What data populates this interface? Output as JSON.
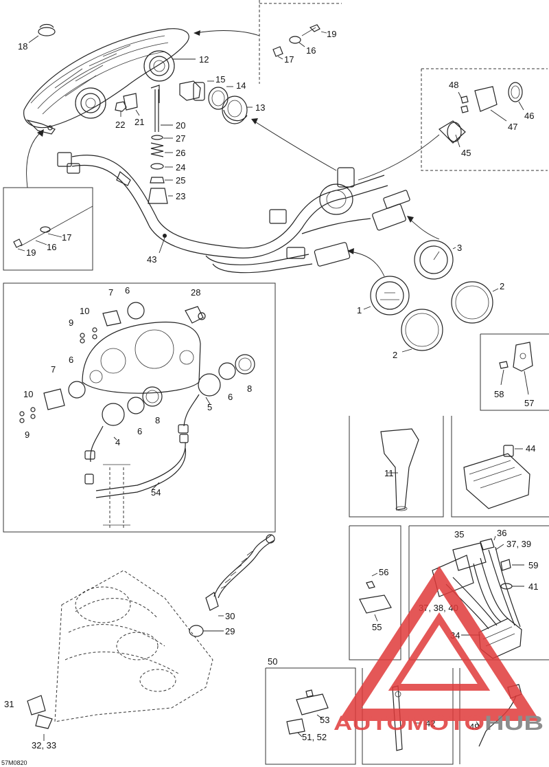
{
  "diagram": {
    "code": "57M0820",
    "part_labels": {
      "p1": "1",
      "p2a": "2",
      "p2b": "2",
      "p3": "3",
      "p4": "4",
      "p5": "5",
      "p6a": "6",
      "p6b": "6",
      "p6c": "6",
      "p6d": "6",
      "p7a": "7",
      "p7b": "7",
      "p8a": "8",
      "p8b": "8",
      "p9a": "9",
      "p9b": "9",
      "p10a": "10",
      "p10b": "10",
      "p11": "11",
      "p12": "12",
      "p13": "13",
      "p14": "14",
      "p15": "15",
      "p16a": "16",
      "p16b": "16",
      "p17a": "17",
      "p17b": "17",
      "p18": "18",
      "p19a": "19",
      "p19b": "19",
      "p20": "20",
      "p21": "21",
      "p22": "22",
      "p23": "23",
      "p24": "24",
      "p25": "25",
      "p26": "26",
      "p27": "27",
      "p28": "28",
      "p29": "29",
      "p30": "30",
      "p31": "31",
      "p3233": "32, 33",
      "p34": "34",
      "p35": "35",
      "p36": "36",
      "p3739": "37, 39",
      "p373840": "37, 38, 40",
      "p41": "41",
      "p42": "42",
      "p43": "43",
      "p44": "44",
      "p45": "45",
      "p46": "46",
      "p47": "47",
      "p48": "48",
      "p49": "49",
      "p50": "50",
      "p5152": "51, 52",
      "p53": "53",
      "p54": "54",
      "p55": "55",
      "p56": "56",
      "p57": "57",
      "p58": "58",
      "p59": "59"
    }
  },
  "watermark": {
    "text_left": "AUTOMOTO",
    "text_right": "HUB",
    "color_red": "#e03a3a",
    "color_grey": "#7a7a7a"
  }
}
